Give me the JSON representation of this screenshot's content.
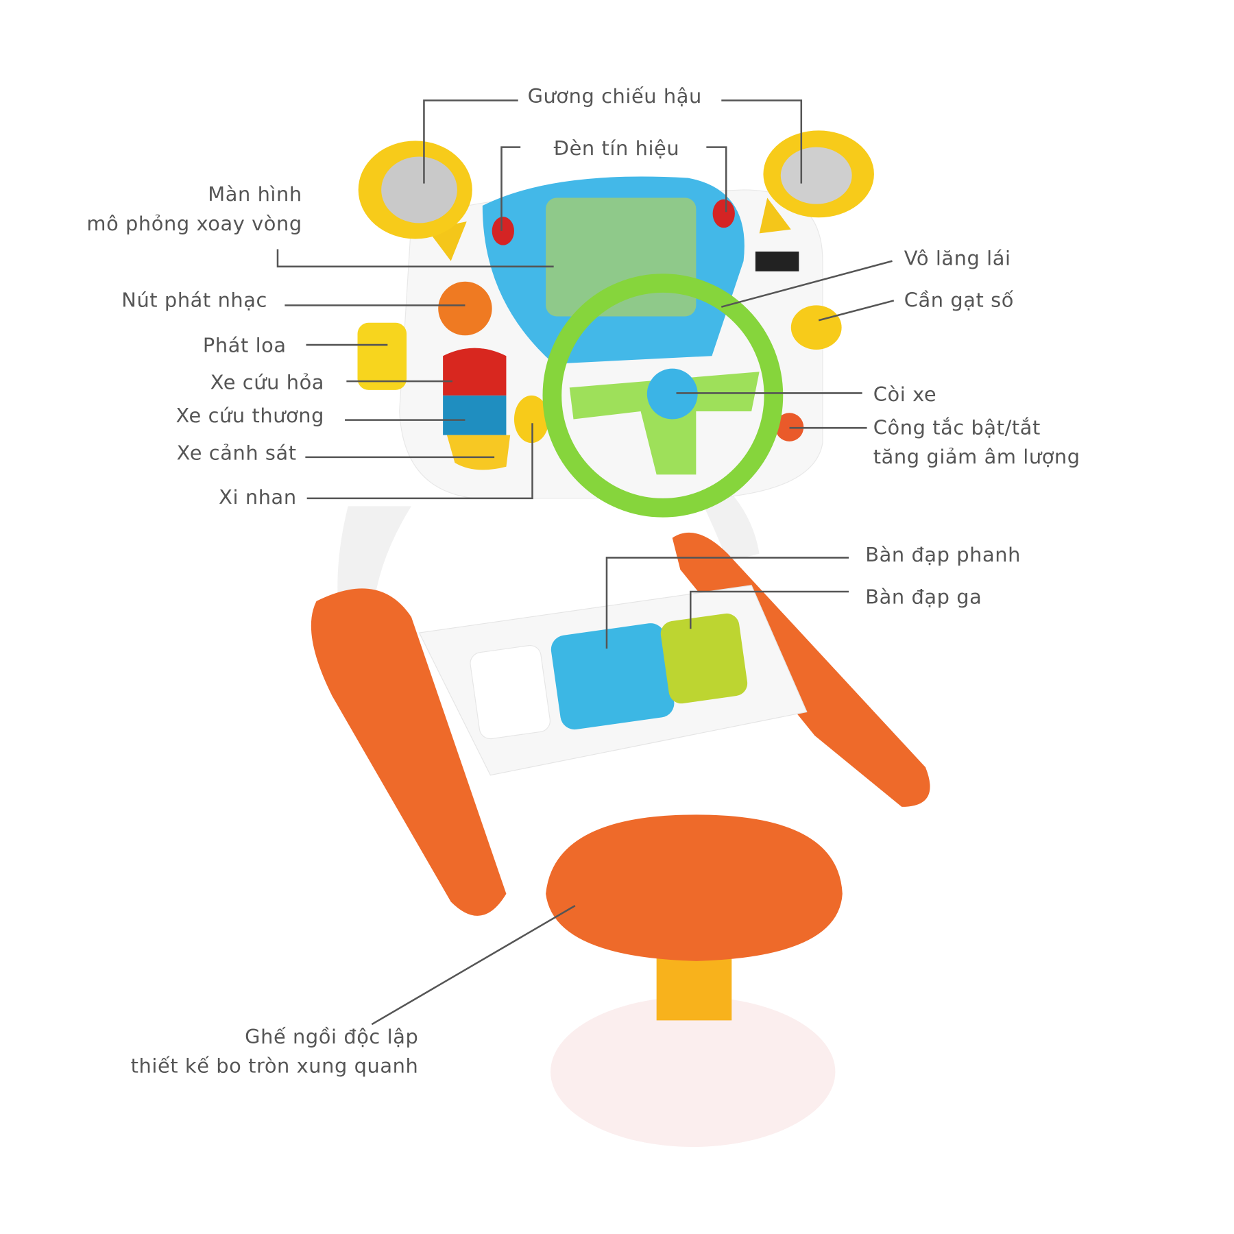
{
  "labels": {
    "mirror": "Gương chiếu hậu",
    "signal_light": "Đèn tín hiệu",
    "screen_line1": "Màn hình",
    "screen_line2": "mô phỏng xoay vòng",
    "music_button": "Nút phát nhạc",
    "speaker": "Phát loa",
    "fire_truck": "Xe cứu hỏa",
    "ambulance": "Xe cứu thương",
    "police_car": "Xe cảnh sát",
    "turn_signal": "Xi nhan",
    "steering_wheel": "Vô lăng lái",
    "gear_lever": "Cần gạt số",
    "horn": "Còi xe",
    "switch_line1": "Công tắc bật/tắt",
    "switch_line2": "tăng giảm âm lượng",
    "brake_pedal": "Bàn đạp phanh",
    "gas_pedal": "Bàn đạp ga",
    "seat_line1": "Ghế ngồi độc lập",
    "seat_line2": "thiết kế bo tròn xung quanh"
  },
  "colors": {
    "orange": "#ee6a2a",
    "green": "#86d53c",
    "blue": "#3bb4e6",
    "yellow": "#f7cf1c",
    "line": "#555555"
  }
}
